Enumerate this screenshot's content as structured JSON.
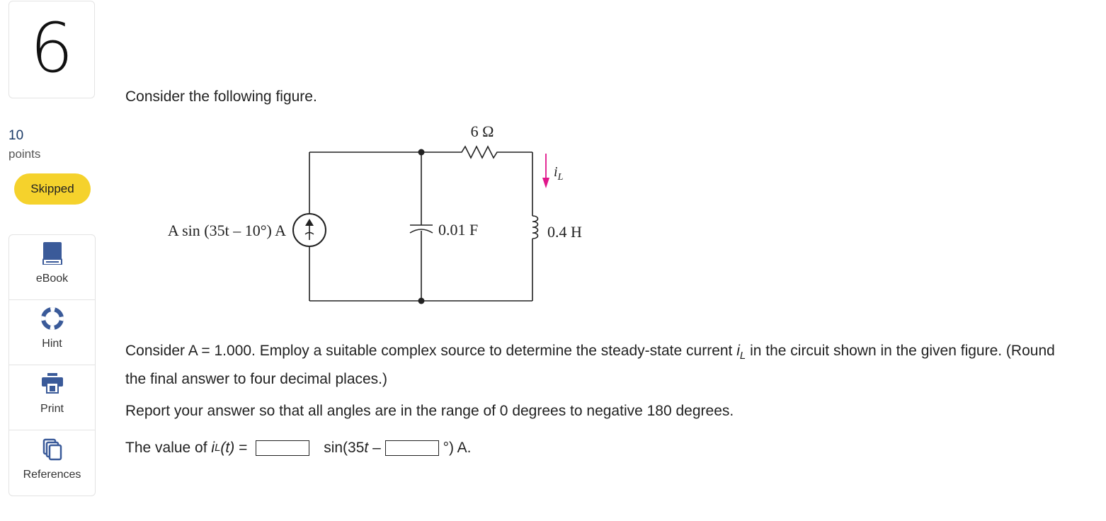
{
  "question": {
    "number": "6",
    "points_value": "10",
    "points_label": "points",
    "status": "Skipped"
  },
  "tools": [
    {
      "label": "eBook",
      "icon": "book-icon"
    },
    {
      "label": "Hint",
      "icon": "lifebuoy-icon"
    },
    {
      "label": "Print",
      "icon": "printer-icon"
    },
    {
      "label": "References",
      "icon": "documents-icon"
    }
  ],
  "content": {
    "intro": "Consider the following figure.",
    "prompt_part1": "Consider A = 1.000. Employ a suitable complex source to determine the steady-state current ",
    "prompt_var": "i",
    "prompt_sub": "L",
    "prompt_part2": " in the circuit shown in the given figure. (Round the final answer to four decimal places.)",
    "instruction": "Report your answer so that all angles are in the range of 0 degrees to negative 180 degrees.",
    "answer_prefix": "The value of ",
    "answer_var": "i",
    "answer_sub": "L",
    "answer_arg": "(t)",
    "answer_eq": " = ",
    "answer_mid": "sin(35",
    "answer_t": "t",
    "answer_minus": " – ",
    "answer_suffix": "°) A."
  },
  "circuit": {
    "resistor_label": "6 Ω",
    "source_label": "A sin (35t – 10°) A",
    "capacitor_label": "0.01 F",
    "inductor_label": "0.4 H",
    "current_label_var": "i",
    "current_label_sub": "L"
  },
  "colors": {
    "badge": "#f5d22c",
    "points": "#1a3a66",
    "current_arrow": "#e0168a",
    "book_icon": "#3a5a99"
  }
}
